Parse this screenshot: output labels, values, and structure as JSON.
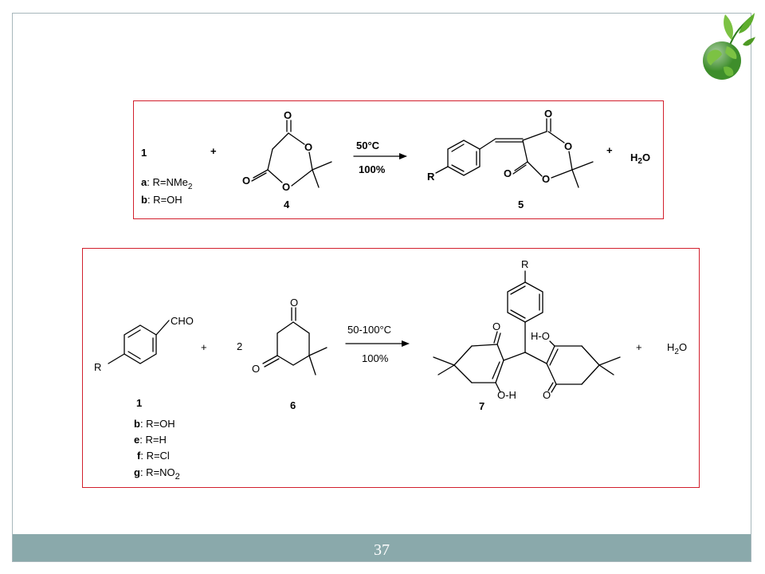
{
  "page": {
    "number": "37"
  },
  "scheme1": {
    "cmpd_1": "1",
    "plus_1": "+",
    "cmpd_4": "4",
    "cmpd_5": "5",
    "plus_2": "+",
    "water": {
      "h": "H",
      "sub": "2",
      "o": "O"
    },
    "conditions_top": "50°C",
    "conditions_bottom": "100%",
    "r_label": "R",
    "o_label": "O",
    "variant_a": {
      "key": "a",
      "text": ": R=NMe",
      "sub": "2"
    },
    "variant_b": {
      "key": "b",
      "text": ": R=OH"
    }
  },
  "scheme2": {
    "cho": "CHO",
    "r_label": "R",
    "cmpd_1": "1",
    "plus_1": "+",
    "coeff": "2",
    "cmpd_6": "6",
    "o_label": "O",
    "conditions_top": "50-100°C",
    "conditions_bottom": "100%",
    "ho_top": "H-O",
    "oh_bottom": "O-H",
    "cmpd_7": "7",
    "plus_2": "+",
    "water": {
      "h": "H",
      "sub": "2",
      "o": "O"
    },
    "variants": [
      {
        "key": "b",
        "text": ": R=OH"
      },
      {
        "key": "e",
        "text": ": R=H"
      },
      {
        "key": "f",
        "text": ": R=Cl"
      },
      {
        "key": "g",
        "text": ": R=NO",
        "sub": "2"
      }
    ]
  },
  "logo": {
    "icon": "globe-sprout-icon"
  }
}
